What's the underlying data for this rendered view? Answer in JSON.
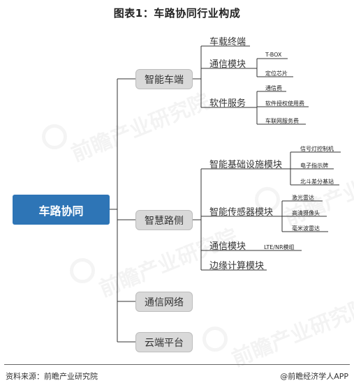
{
  "title": "图表1：车路协同行业构成",
  "root": "车路协同",
  "level1": [
    "智能车端",
    "智慧路侧",
    "通信网络",
    "云端平台"
  ],
  "vehicle_modules": [
    "车载终端",
    "通信模块",
    "软件服务"
  ],
  "vehicle_comm_items": [
    "T-BOX",
    "定位芯片"
  ],
  "vehicle_software_items": [
    "通信费",
    "软件授权使用费",
    "车联网服务费"
  ],
  "roadside_modules": [
    "智能基础设施模块",
    "智能传感器模块",
    "通信模块",
    "边缘计算模块"
  ],
  "roadside_infra_items": [
    "信号灯控制机",
    "电子指示牌",
    "北斗差分基站"
  ],
  "roadside_sensor_items": [
    "激光雷达",
    "高清摄像头",
    "毫米波雷达"
  ],
  "roadside_comm_items": [
    "LTE/NR模组"
  ],
  "watermark": "前瞻产业研究院",
  "footer": {
    "source": "资料来源：前瞻产业研究院",
    "credit": "@前瞻经济学人APP"
  }
}
